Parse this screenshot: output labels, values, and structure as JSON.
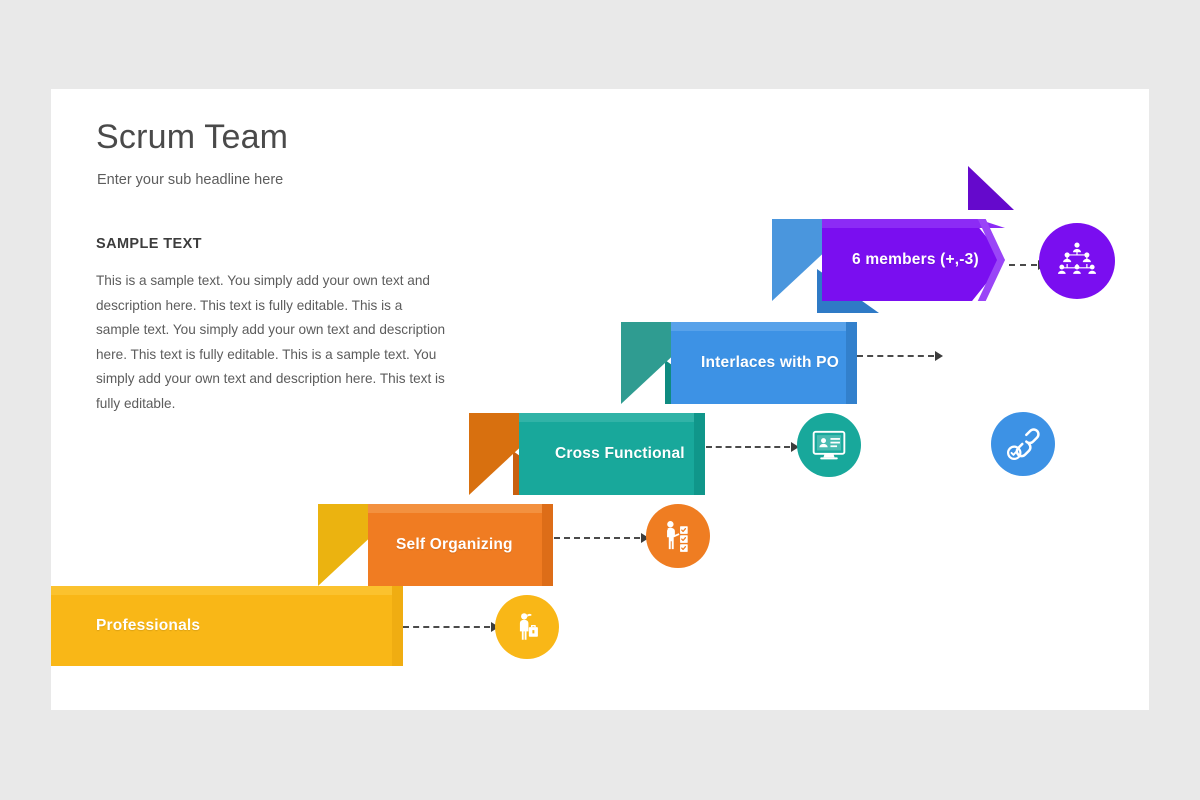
{
  "background_color": "#e9e9e9",
  "slide": {
    "background_color": "#ffffff",
    "title": "Scrum Team",
    "subtitle": "Enter your sub headline here",
    "sample_heading": "SAMPLE TEXT",
    "sample_body": "This is a sample text. You simply add your own text and description here. This text is fully editable. This is a sample text. You simply add your own text and description here. This text is fully editable.  This is a sample text. You simply add your own text and description here. This text is fully editable."
  },
  "steps": [
    {
      "label": "Professionals",
      "color": "#f9b717",
      "color_light": "#fbc22e",
      "color_dark": "#d79a10",
      "icon": "businessman-icon",
      "icon_circle_color": "#f9b717",
      "shape": "bar"
    },
    {
      "label": "Self Organizing",
      "color": "#f07c22",
      "color_light": "#f3913f",
      "color_dark": "#d3661a",
      "icon": "presenter-checklist-icon",
      "icon_circle_color": "#ef7d22",
      "shape": "bar"
    },
    {
      "label": "Cross Functional",
      "color": "#18a89b",
      "color_light": "#31b3a7",
      "color_dark": "#128b80",
      "icon": "monitor-profile-icon",
      "icon_circle_color": "#18a89b",
      "shape": "bar"
    },
    {
      "label": "Interlaces with PO",
      "color": "#3d92e5",
      "color_light": "#58a2ea",
      "color_dark": "#2f7ac6",
      "icon": "chain-link-check-icon",
      "icon_circle_color": "#3d92e5",
      "shape": "bar"
    },
    {
      "label": "6 members (+,-3)",
      "color": "#7a0ef0",
      "color_light": "#8c2bf5",
      "color_dark": "#6509cc",
      "icon": "team-hierarchy-icon",
      "icon_circle_color": "#7a0ef0",
      "shape": "chevron"
    }
  ],
  "arrow_color": "#4a4a4a"
}
